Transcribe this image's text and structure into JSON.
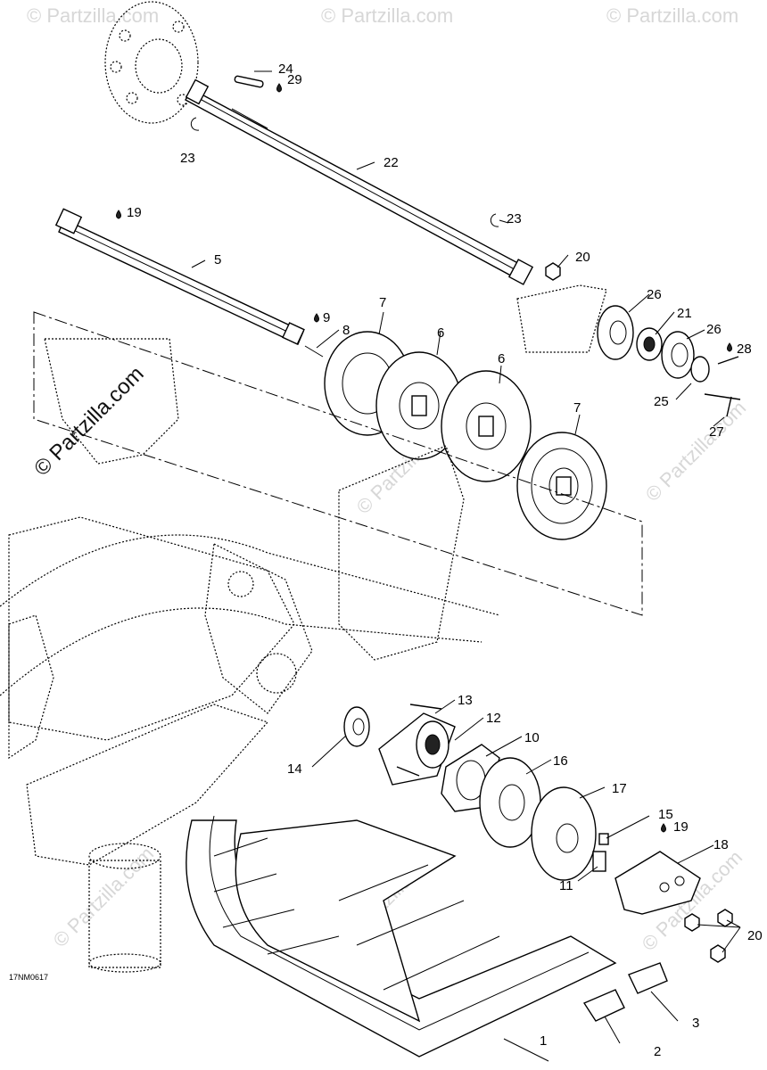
{
  "watermark": {
    "text": "© Partzilla.com",
    "tile_text": "© Partzilla.com"
  },
  "drawing_code": "17NM0617",
  "callouts": {
    "c1": "1",
    "c2": "2",
    "c3": "3",
    "c5": "5",
    "c6a": "6",
    "c6b": "6",
    "c7a": "7",
    "c7b": "7",
    "c8": "8",
    "c9": "9",
    "c10": "10",
    "c11": "11",
    "c12": "12",
    "c13": "13",
    "c14": "14",
    "c15": "15",
    "c16": "16",
    "c17": "17",
    "c18": "18",
    "c19a": "19",
    "c19b": "19",
    "c20a": "20",
    "c20b": "20",
    "c21": "21",
    "c22": "22",
    "c23a": "23",
    "c23b": "23",
    "c24": "24",
    "c25": "25",
    "c26a": "26",
    "c26b": "26",
    "c27": "27",
    "c28": "28",
    "c29": "29"
  },
  "icons": {
    "lubricant_drop": "drop-icon"
  }
}
